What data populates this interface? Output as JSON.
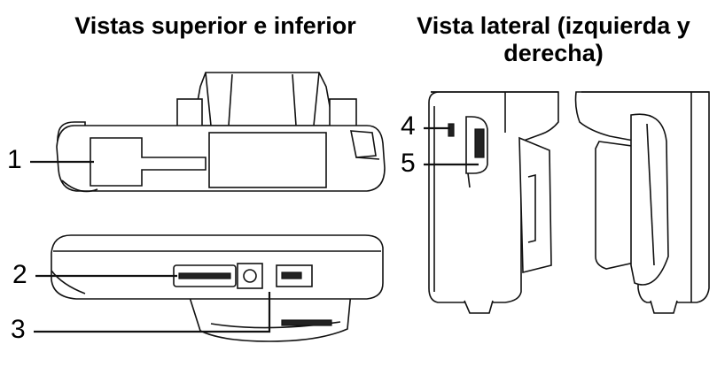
{
  "titles": {
    "left": "Vistas superior e inferior",
    "right": "Vista lateral (izquierda y derecha)"
  },
  "callouts": [
    "1",
    "2",
    "3",
    "4",
    "5"
  ]
}
